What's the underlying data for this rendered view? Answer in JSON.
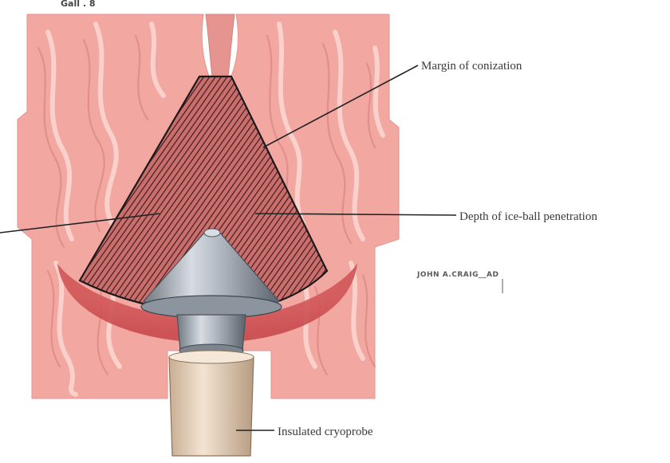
{
  "labels": {
    "margin": "Margin of conization",
    "depth": "Depth of ice-ball penetration",
    "probe": "Insulated cryoprobe"
  },
  "signature": "JOHN A.CRAIG__AD",
  "plate_mark": "Gall . 8",
  "colors": {
    "tissue": "#f2a7a1",
    "tissue_dark": "#e07f7b",
    "tissue_light": "#fbd3cd",
    "hatch": "#5a2a2a",
    "cone_outline": "#1a1a1a",
    "probe_metal": "#b8bec6",
    "probe_shadow": "#6f7780",
    "insulation": "#e9d6c0",
    "leader_line": "#222222"
  }
}
